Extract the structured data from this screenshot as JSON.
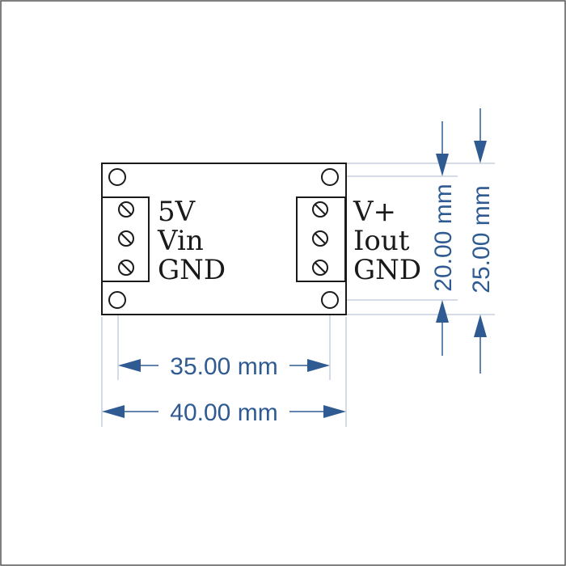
{
  "colors": {
    "outline": "#1a1a1a",
    "dimension": "#2f5b92",
    "extension_line": "#a9b8cf"
  },
  "left_terminal": {
    "labels": [
      "5V",
      "Vin",
      "GND"
    ]
  },
  "right_terminal": {
    "labels": [
      "V+",
      "Iout",
      "GND"
    ]
  },
  "dimensions": {
    "hole_spacing_horizontal": "35.00 mm",
    "board_width": "40.00 mm",
    "hole_spacing_vertical": "20.00 mm",
    "board_height": "25.00 mm"
  }
}
